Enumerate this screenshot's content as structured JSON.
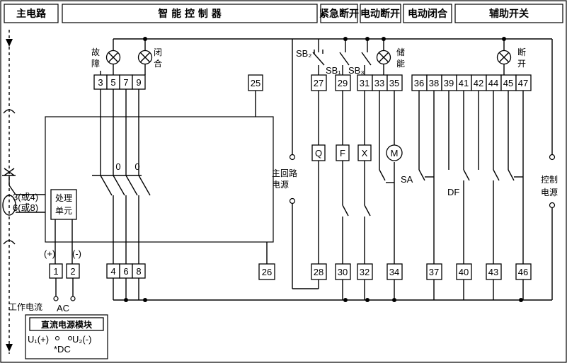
{
  "headers": [
    "主电路",
    "智 能 控 制 器",
    "紧急断开",
    "电动断开",
    "电动闭合",
    "辅助开关"
  ],
  "lamps": {
    "fault": [
      "故",
      "障"
    ],
    "closed": [
      "闭",
      "合"
    ],
    "storage": [
      "储",
      "能"
    ],
    "open": [
      "断",
      "开"
    ]
  },
  "terminals_top": [
    "3",
    "5",
    "7",
    "9",
    "25",
    "27",
    "29",
    "31",
    "33",
    "35",
    "36",
    "38",
    "39",
    "41",
    "42",
    "44",
    "45",
    "47"
  ],
  "terminals_bottom": [
    "1",
    "2",
    "4",
    "6",
    "8",
    "26",
    "28",
    "30",
    "32",
    "34",
    "37",
    "40",
    "43",
    "46"
  ],
  "relays": [
    "Q",
    "F",
    "X",
    "M"
  ],
  "switch_labels": [
    "SB₂",
    "SB₁",
    "SB₃"
  ],
  "contact_values": [
    "0",
    "0"
  ],
  "aux_labels": [
    "SA",
    "DF"
  ],
  "main_circuit_label": [
    "3(或4)",
    "6(或8)"
  ],
  "processing_unit": [
    "处理",
    "单元"
  ],
  "polarity": [
    "(+)",
    "(-)"
  ],
  "main_loop_power": [
    "主回路",
    "电源"
  ],
  "control_power": [
    "控制",
    "电源"
  ],
  "work_current": "工作电流",
  "ac_label": "AC",
  "dc_module": "直流电源模块",
  "u1_label": "U₁(+)",
  "u2_label": "U₂(-)",
  "dc_label": "*DC"
}
